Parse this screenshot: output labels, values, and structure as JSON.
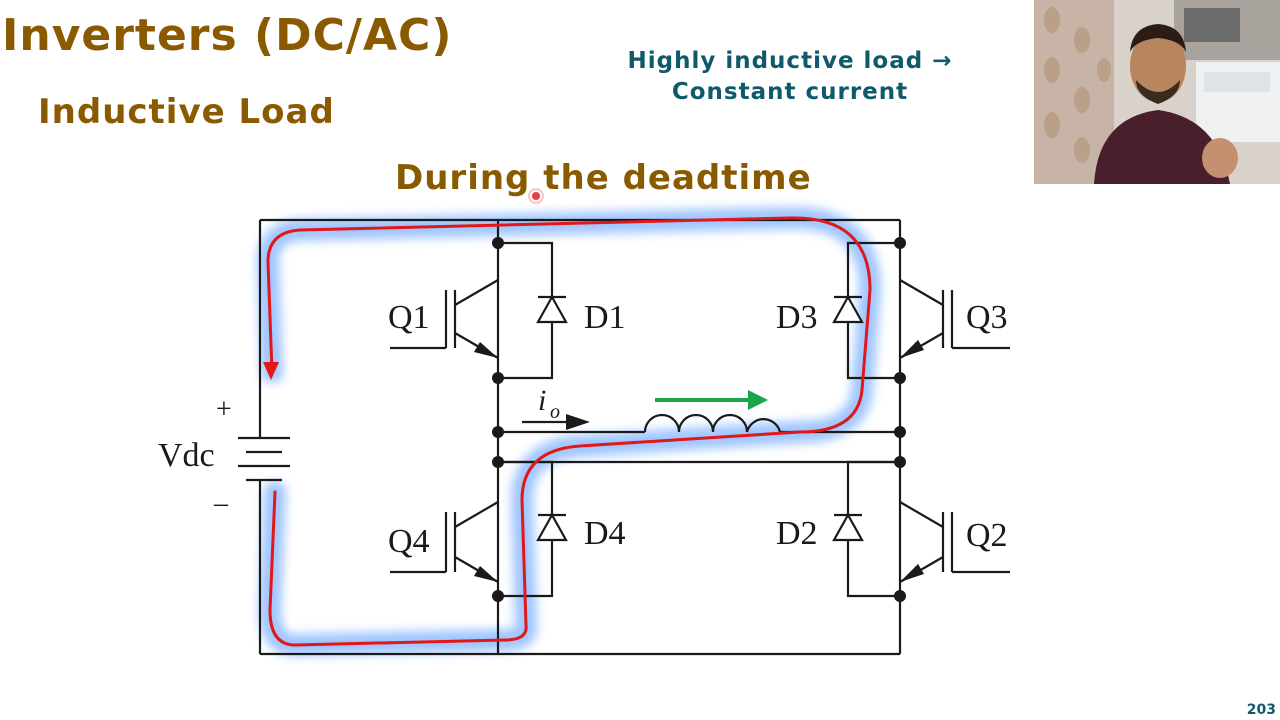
{
  "slide": {
    "title": "Inverters (DC/AC)",
    "subtitle": "Inductive Load",
    "note_line1": "Highly inductive load →",
    "note_line2": "Constant current",
    "heading": "During the deadtime",
    "page_number": "203"
  },
  "circuit": {
    "labels": {
      "q1": "Q1",
      "q2": "Q2",
      "q3": "Q3",
      "q4": "Q4",
      "d1": "D1",
      "d2": "D2",
      "d3": "D3",
      "d4": "D4",
      "vdc": "Vdc",
      "plus": "+",
      "minus": "–",
      "io_main": "i",
      "io_sub": "o"
    },
    "colors": {
      "wire": "#1a1a1a",
      "current_path": "#e01818",
      "highlight_glow": "#7fb2ff",
      "current_arrow": "#1aa648"
    }
  },
  "webcam": {
    "icon": "presenter-video-feed"
  }
}
